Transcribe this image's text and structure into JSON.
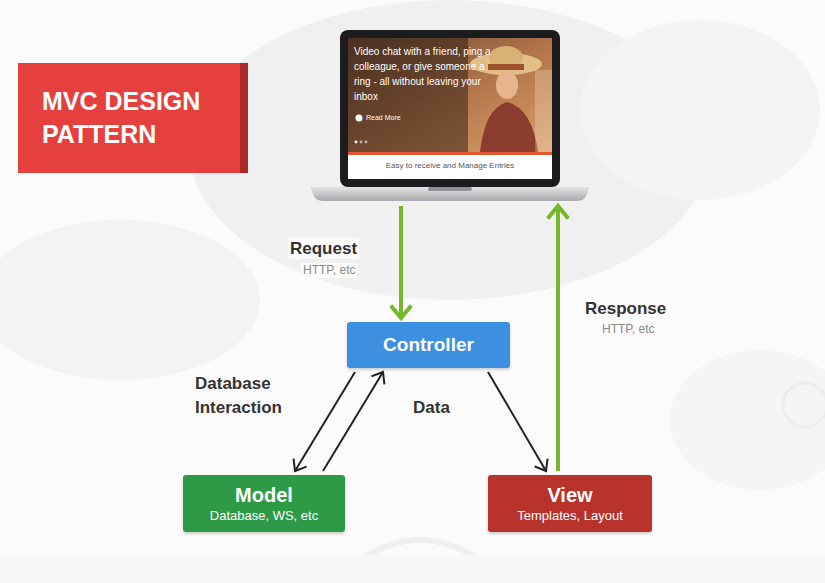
{
  "diagram": {
    "title": "MVC DESIGN PATTERN",
    "nodes": [
      {
        "text": [
          "Video chat with a friend, ping a colleague, or give someone a ring - all without leaving your inbox",
          "Read More",
          "Easy to receive and Manage Entries"
        ]
      },
      {
        "text": [
          "Controller"
        ]
      },
      {
        "text": [
          "Model",
          "Database, WS, etc"
        ]
      },
      {
        "text": [
          "View",
          "Templates, Layout"
        ]
      }
    ],
    "edges": [
      {
        "from": 0,
        "to": 1,
        "arrow": "to",
        "label": "Request"
      },
      {
        "from": 1,
        "to": 2,
        "arrow": "to",
        "label": "Database Interaction"
      },
      {
        "from": 2,
        "to": 1,
        "arrow": "to"
      },
      {
        "from": 1,
        "to": 3,
        "arrow": "to",
        "label": "Data"
      },
      {
        "from": 3,
        "to": 0,
        "arrow": "to",
        "label": "Response"
      }
    ],
    "labels": [
      "HTTP, etc",
      "HTTP, etc"
    ]
  }
}
